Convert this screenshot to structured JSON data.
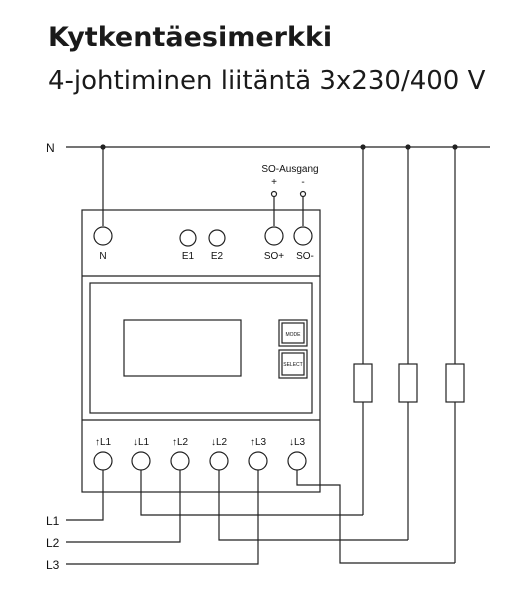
{
  "header": {
    "title": "Kytkentäesimerkki",
    "subtitle": "4-johtiminen liitäntä 3x230/400 V"
  },
  "wiring": {
    "neutral_label": "N",
    "phase_labels": [
      "L1",
      "L2",
      "L3"
    ]
  },
  "so_output": {
    "title": "SO-Ausgang",
    "plus": "+",
    "minus": "-"
  },
  "meter": {
    "top_terminals": [
      "N",
      "E1",
      "E2",
      "SO+",
      "SO-"
    ],
    "bottom_terminals": [
      "↑L1",
      "↓L1",
      "↑L2",
      "↓L2",
      "↑L3",
      "↓L3"
    ],
    "buttons": [
      "MODE",
      "SELECT"
    ]
  }
}
